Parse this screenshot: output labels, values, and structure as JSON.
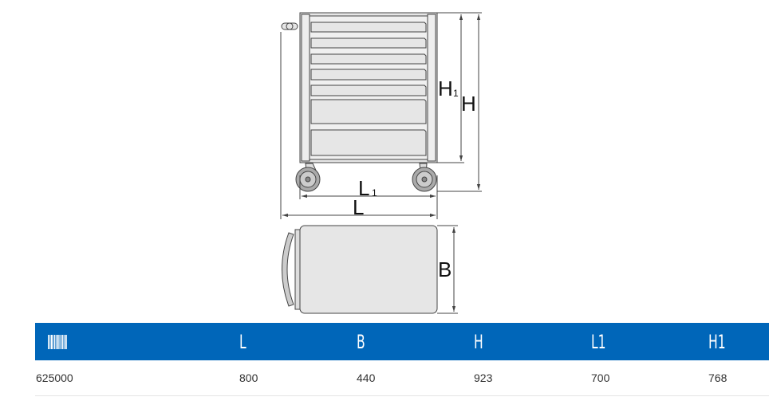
{
  "drawing": {
    "labels": {
      "h1_main": "H",
      "h1_sub": "1",
      "h": "H",
      "l1_main": "L",
      "l1_sub": "1",
      "l": "L",
      "b": "B"
    }
  },
  "table": {
    "barcode_icon": "barcode-icon",
    "headers": [
      "L",
      "B",
      "H",
      "L1",
      "H1"
    ],
    "rows": [
      {
        "article": "625000",
        "values": [
          "800",
          "440",
          "923",
          "700",
          "768"
        ]
      }
    ]
  },
  "colors": {
    "header": "#0066b9",
    "line": "#444444",
    "fill": "#e6e6e6"
  }
}
